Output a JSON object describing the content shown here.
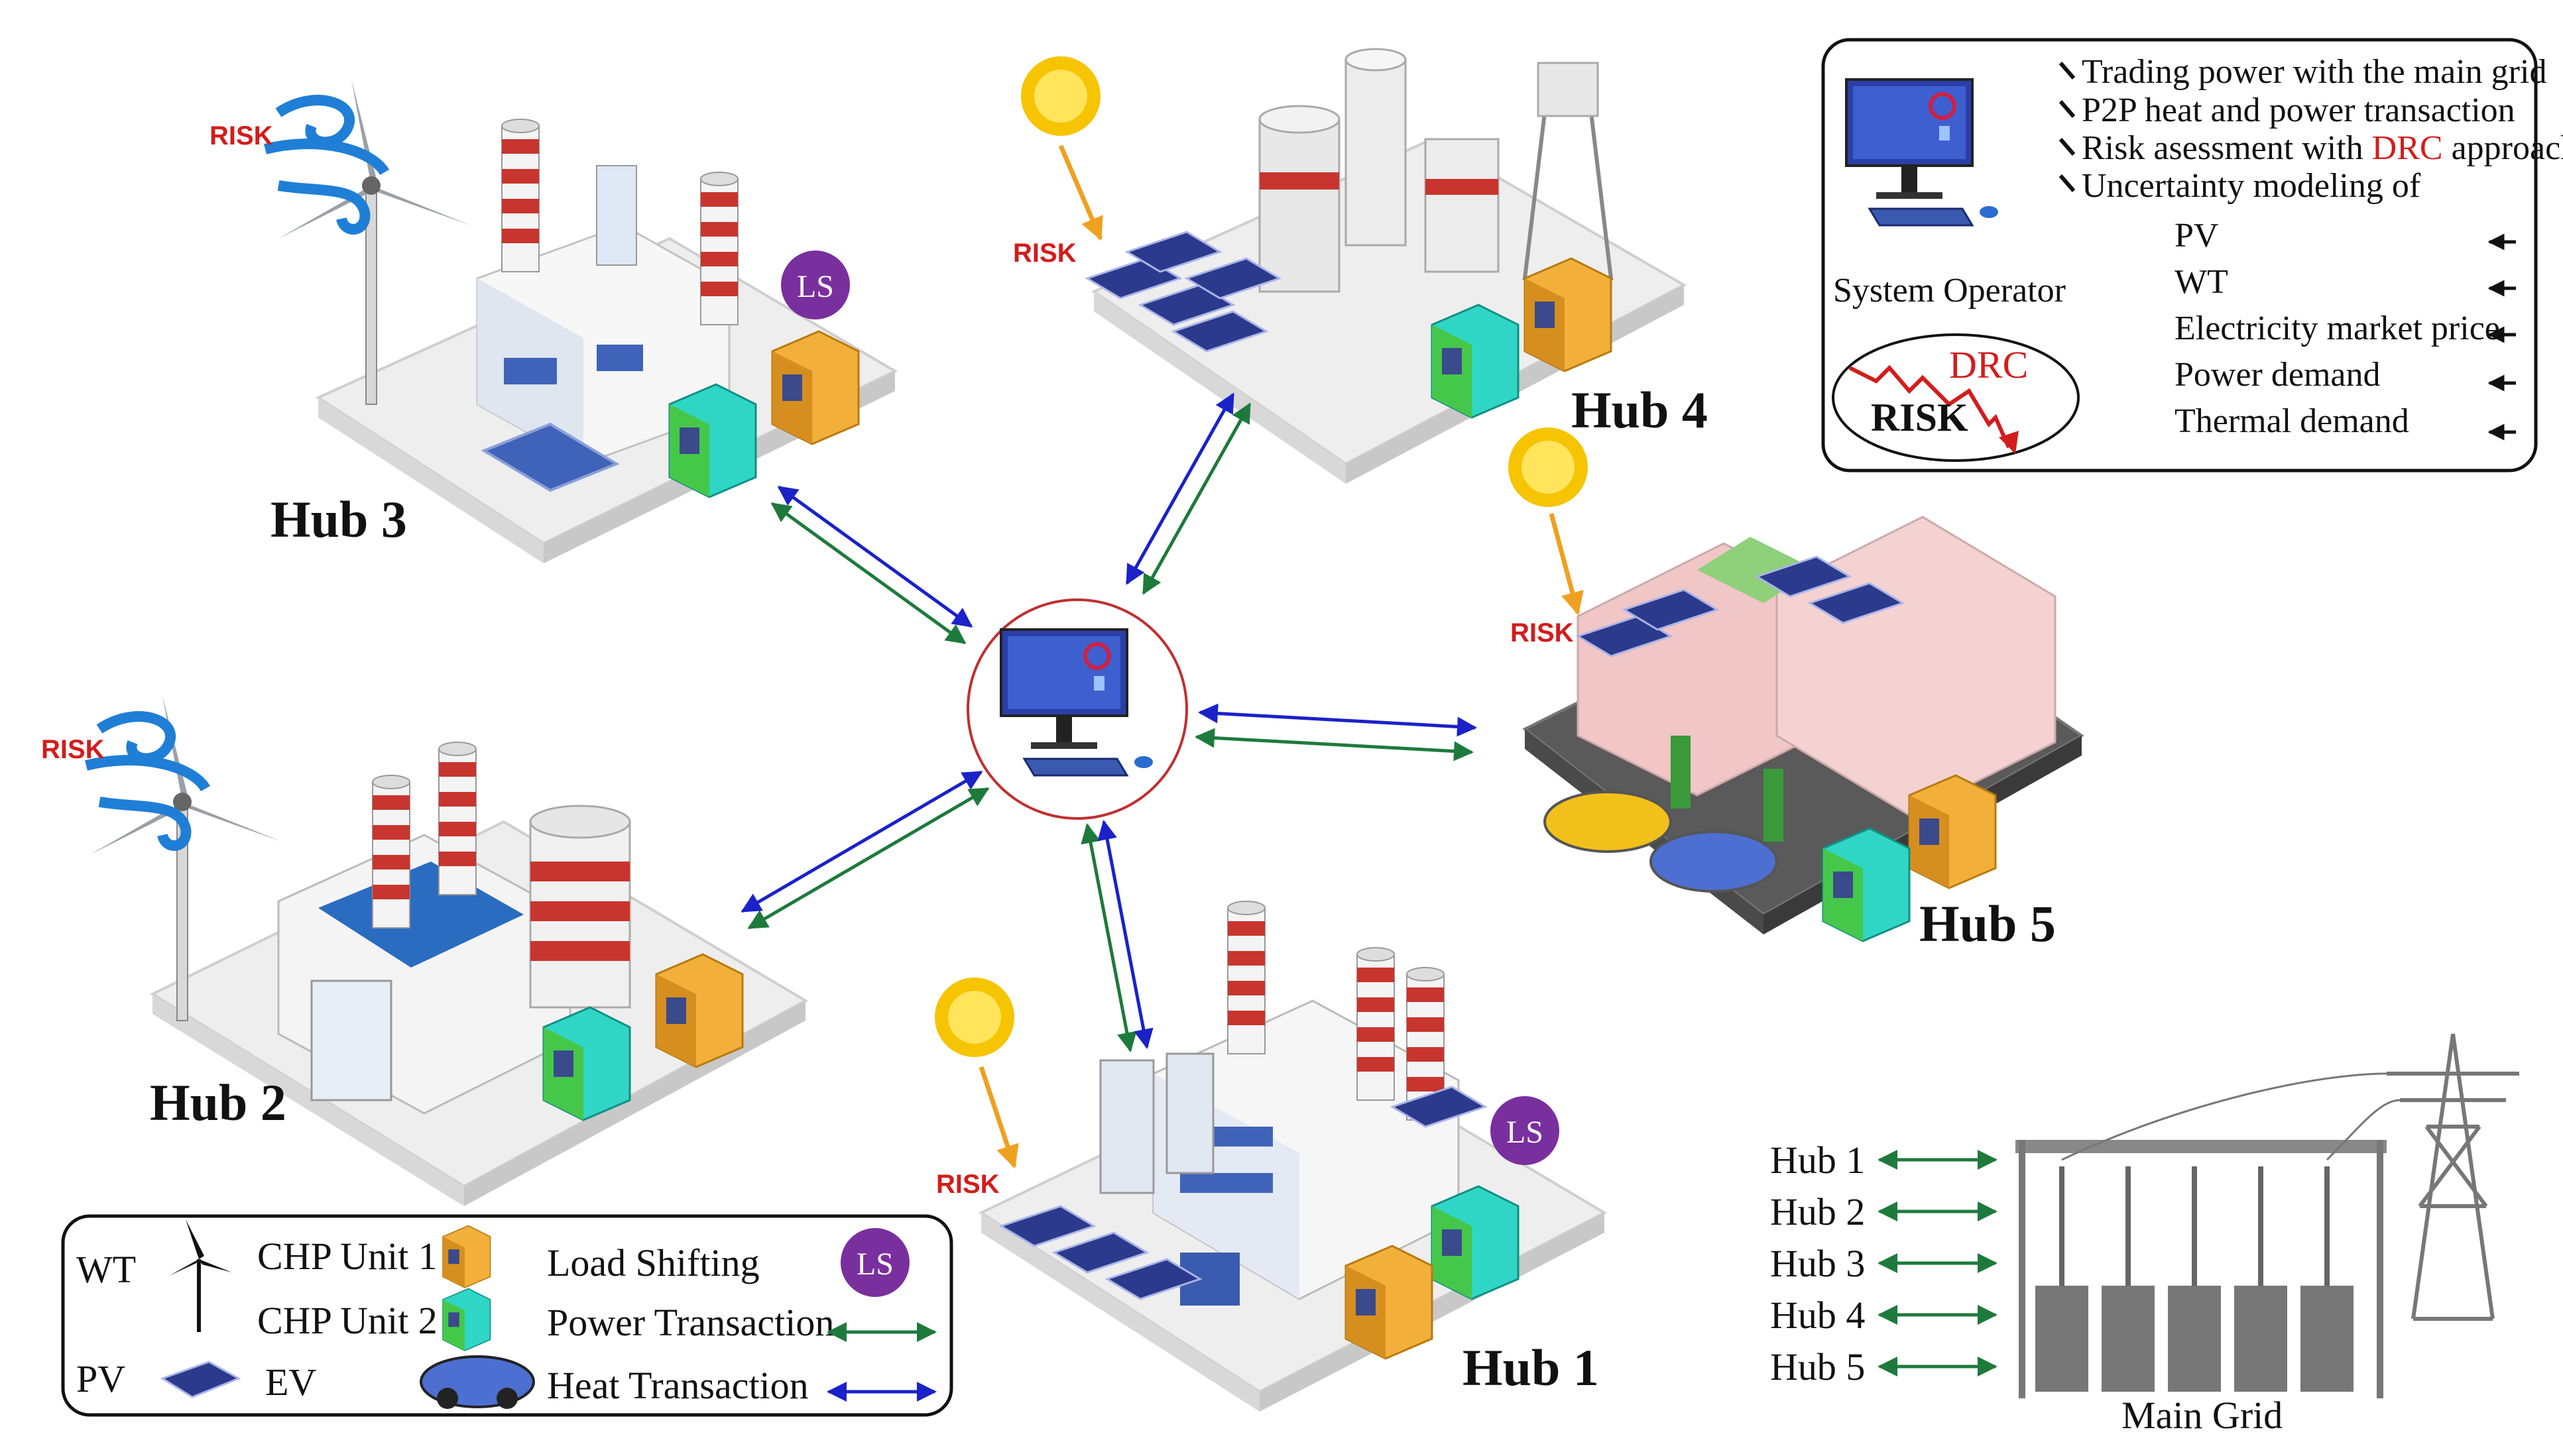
{
  "hubs": {
    "hub1": "Hub 1",
    "hub2": "Hub 2",
    "hub3": "Hub 3",
    "hub4": "Hub 4",
    "hub5": "Hub 5"
  },
  "risk_label": "RISK",
  "ls_label": "LS",
  "operator_panel": {
    "title": "System Operator",
    "bullets": [
      "Trading power with the main grid",
      "P2P heat and power transaction",
      "Risk asessment with ",
      "Uncertainty modeling of"
    ],
    "bullet_highlight": "DRC",
    "bullet_suffix": " approach",
    "uncertainties": [
      "PV",
      "WT",
      "Electricity market price",
      "Power demand",
      "Thermal demand"
    ],
    "drc_label": "DRC",
    "risk_label": "RISK"
  },
  "legend": {
    "wt": "WT",
    "pv": "PV",
    "chp1": "CHP Unit 1",
    "chp2": "CHP Unit 2",
    "ev": "EV",
    "load_shifting": "Load Shifting",
    "power_transaction": "Power Transaction",
    "heat_transaction": "Heat Transaction",
    "ls": "LS"
  },
  "main_grid": {
    "label": "Main Grid",
    "hubs": [
      "Hub 1",
      "Hub 2",
      "Hub 3",
      "Hub 4",
      "Hub 5"
    ]
  },
  "colors": {
    "power_arrow": "#1e7a3c",
    "heat_arrow": "#1a22c8",
    "risk": "#d41c1c",
    "ls_badge": "#7a2f9e",
    "chp1": "#f2b03a",
    "chp2": "#2fd6c6",
    "sun": "#f6c400",
    "wind": "#1f7fd6"
  }
}
